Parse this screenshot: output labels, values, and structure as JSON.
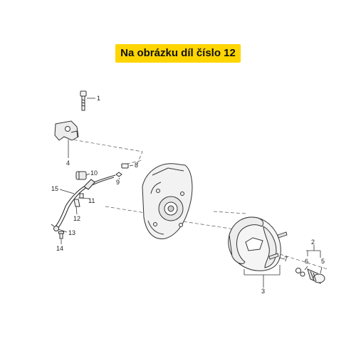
{
  "banner": {
    "text": "Na obrázku díl číslo 12",
    "color": "#ffd500"
  },
  "callouts": [
    {
      "id": "1",
      "label": "1"
    },
    {
      "id": "2",
      "label": "2"
    },
    {
      "id": "3",
      "label": "3"
    },
    {
      "id": "4",
      "label": "4"
    },
    {
      "id": "5",
      "label": "5"
    },
    {
      "id": "6",
      "label": "6"
    },
    {
      "id": "7",
      "label": "7"
    },
    {
      "id": "8",
      "label": "8"
    },
    {
      "id": "9",
      "label": "9"
    },
    {
      "id": "10",
      "label": "10"
    },
    {
      "id": "11",
      "label": "11"
    },
    {
      "id": "12",
      "label": "12"
    },
    {
      "id": "13",
      "label": "13"
    },
    {
      "id": "14",
      "label": "14"
    },
    {
      "id": "15",
      "label": "15"
    }
  ],
  "parts": [
    {
      "id": "bolt",
      "callout": "1"
    },
    {
      "id": "brake-shoes-kit",
      "callout": "3"
    },
    {
      "id": "brake-lever-bracket",
      "callout": "4"
    },
    {
      "id": "brake-cam",
      "callout": "5"
    },
    {
      "id": "washer",
      "callout": "6"
    },
    {
      "id": "springs",
      "callout": "7"
    },
    {
      "id": "pin",
      "callout": "8"
    },
    {
      "id": "small-pin",
      "callout": "9"
    },
    {
      "id": "cable-clamp",
      "callout": "10"
    },
    {
      "id": "screw",
      "callout": "11"
    },
    {
      "id": "clip",
      "callout": "12"
    },
    {
      "id": "cable-terminal",
      "callout": "13"
    },
    {
      "id": "small-screw",
      "callout": "14"
    },
    {
      "id": "brake-cable",
      "callout": "15"
    },
    {
      "id": "hub-housing",
      "callout": ""
    }
  ]
}
